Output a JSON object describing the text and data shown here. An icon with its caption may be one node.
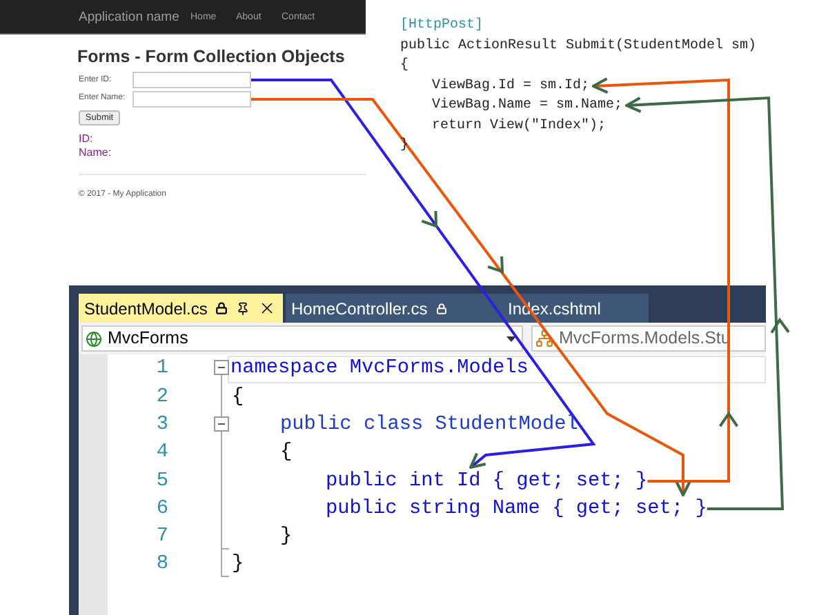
{
  "diagram": {
    "nodes": [
      {
        "text": [],
        "shape": "box"
      },
      {
        "text": [],
        "shape": "box"
      },
      {
        "text": [
          "ViewBag.Id = sm.Id;"
        ]
      },
      {
        "text": [
          "ViewBag.Name = sm.Name;"
        ]
      },
      {
        "text": [
          "public int Id { get; set; }"
        ]
      },
      {
        "text": [
          "public string Name { get; set; }"
        ]
      }
    ],
    "edges": [
      {
        "from": 0,
        "to": 4,
        "arrow": "to",
        "color": "#2b1fe0"
      },
      {
        "from": 1,
        "to": 5,
        "arrow": "to",
        "color": "#e8580c"
      },
      {
        "from": 4,
        "to": 2,
        "arrow": "to",
        "color": "#e8580c"
      },
      {
        "from": 5,
        "to": 3,
        "arrow": "to",
        "color": "#3d6b45"
      }
    ],
    "labels": [
      "Application name",
      "Home",
      "About",
      "Contact",
      "[HttpPost]",
      "Forms - Form Collection Objects",
      "public ActionResult Submit(StudentModel sm)",
      "{",
      "Enter ID:",
      "Enter Name:",
      "Submit",
      "return View(\"Index\");",
      "}",
      "ID:",
      "Name:",
      "© 2017 - My Application",
      "StudentModel.cs",
      "HomeController.cs",
      "Index.cshtml",
      "MvcForms",
      "MvcForms.Models.Stu",
      "1",
      "namespace MvcForms.Models",
      "2",
      "{",
      "3",
      "public class StudentModel",
      "4",
      "{",
      "5",
      "6",
      "7",
      "}",
      "8",
      "}"
    ]
  }
}
